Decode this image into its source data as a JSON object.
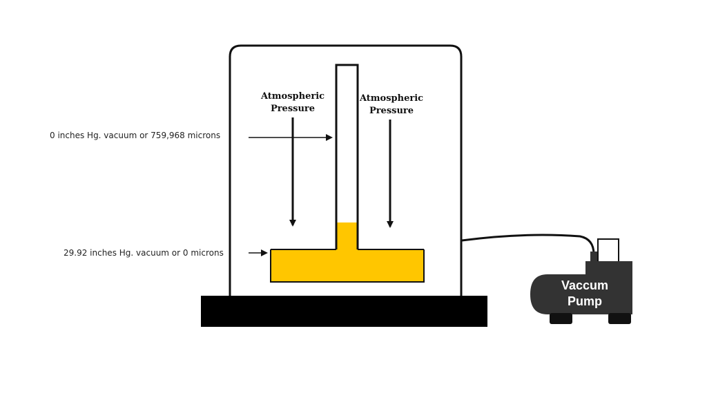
{
  "labels": {
    "atmospheric_left_line1": "Atmospheric",
    "atmospheric_left_line2": "Pressure",
    "atmospheric_right_line1": "Atmospheric",
    "atmospheric_right_line2": "Pressure",
    "top_vacuum": "0 inches Hg. vacuum or 759,968 microns",
    "bottom_vacuum": "29.92 inches Hg. vacuum or 0 microns",
    "pump_line1": "Vaccum",
    "pump_line2": "Pump"
  },
  "colors": {
    "mercury": "#ffc600",
    "outline": "#111111",
    "base": "#000000",
    "pump_body": "#333333",
    "background": "#ffffff"
  }
}
